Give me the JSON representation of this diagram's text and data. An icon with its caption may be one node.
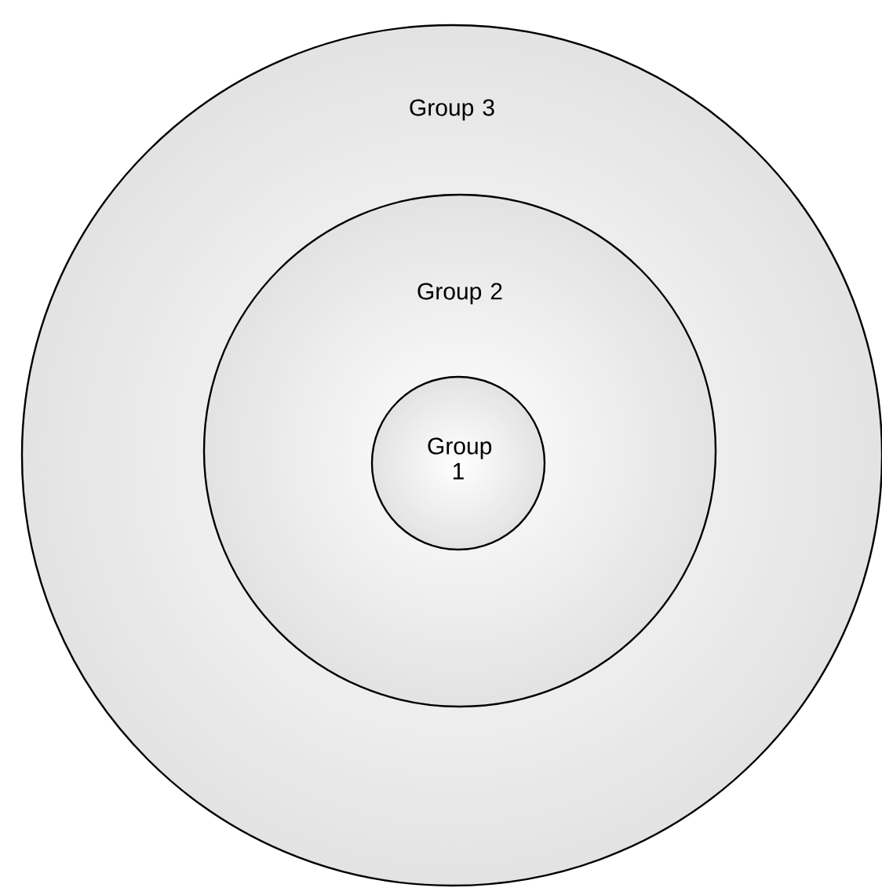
{
  "diagram": {
    "nodes": [
      {
        "text": [
          "Group 3"
        ]
      },
      {
        "text": [
          "Group 2"
        ],
        "in": 0
      },
      {
        "text": [
          "Group 1"
        ],
        "in": 1
      }
    ]
  }
}
